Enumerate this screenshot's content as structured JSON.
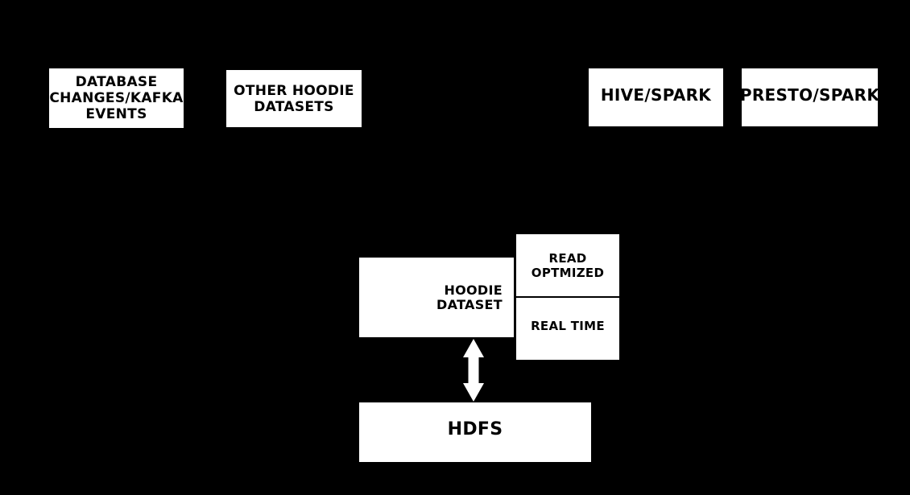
{
  "diagram": {
    "title": "hoodie-dataset-architecture",
    "background_color": "#000000",
    "node_fill_color": "#ffffff",
    "node_text_color": "#000000",
    "arrow_color": "#ffffff",
    "nodes": {
      "database_changes": {
        "label": "DATABASE\nCHANGES/KAFKA\nEVENTS"
      },
      "other_hoodie_datasets": {
        "label": "OTHER HOODIE\nDATASETS"
      },
      "hive_spark": {
        "label": "HIVE/SPARK"
      },
      "presto_spark": {
        "label": "PRESTO/SPARK"
      },
      "hoodie_dataset": {
        "label": "HOODIE\nDATASET"
      },
      "read_optimized": {
        "label": "READ\nOPTMIZED"
      },
      "real_time": {
        "label": "REAL TIME"
      },
      "hdfs": {
        "label": "HDFS"
      }
    },
    "connections": [
      {
        "from": "hoodie_dataset",
        "to": "hdfs",
        "type": "bidirectional-arrow"
      }
    ]
  }
}
